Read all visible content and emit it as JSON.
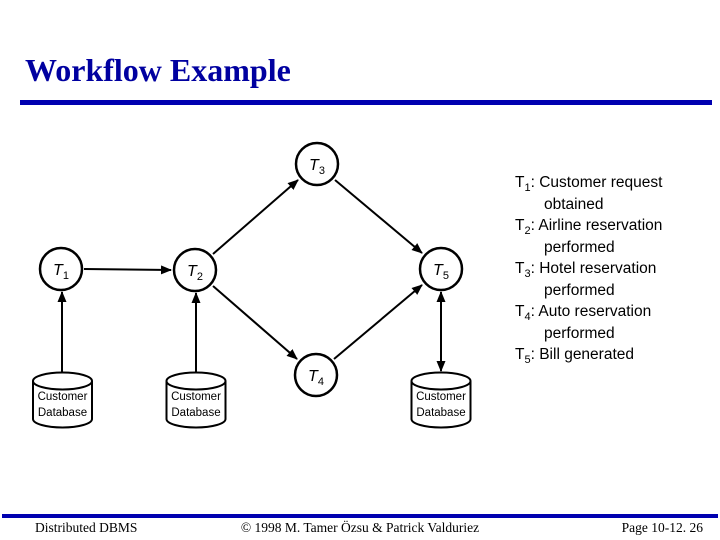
{
  "slide": {
    "title": "Workflow Example",
    "title_color": "#0000A0",
    "rule_color": "#0000B0",
    "background_color": "#ffffff",
    "diagram_ink_color": "#000000"
  },
  "diagram": {
    "nodes": [
      {
        "id": "T1",
        "symbol": "T",
        "sub": "1"
      },
      {
        "id": "T2",
        "symbol": "T",
        "sub": "2"
      },
      {
        "id": "T3",
        "symbol": "T",
        "sub": "3"
      },
      {
        "id": "T4",
        "symbol": "T",
        "sub": "4"
      },
      {
        "id": "T5",
        "symbol": "T",
        "sub": "5"
      }
    ],
    "databases": [
      {
        "id": "database-1",
        "line1": "Customer",
        "line2": "Database"
      },
      {
        "id": "database-2",
        "line1": "Customer",
        "line2": "Database"
      },
      {
        "id": "database-3",
        "line1": "Customer",
        "line2": "Database"
      }
    ],
    "edges": [
      {
        "from": "T1",
        "to": "T2",
        "arrow": "to"
      },
      {
        "from": "T2",
        "to": "T3",
        "arrow": "to"
      },
      {
        "from": "T2",
        "to": "T4",
        "arrow": "to"
      },
      {
        "from": "T3",
        "to": "T5",
        "arrow": "to"
      },
      {
        "from": "T4",
        "to": "T5",
        "arrow": "to"
      },
      {
        "from": "database-1",
        "to": "T1",
        "arrow": "to"
      },
      {
        "from": "database-2",
        "to": "T2",
        "arrow": "to"
      },
      {
        "from": "T5",
        "to": "database-3",
        "arrow": "both"
      }
    ]
  },
  "legend": {
    "items": [
      {
        "symbol": "T",
        "sub": "1",
        "sep": ": ",
        "desc": "Customer request obtained"
      },
      {
        "symbol": "T",
        "sub": "2",
        "sep": ": ",
        "desc": "Airline reservation performed"
      },
      {
        "symbol": "T",
        "sub": "3",
        "sep": ": ",
        "desc": "Hotel reservation performed"
      },
      {
        "symbol": "T",
        "sub": "4",
        "sep": ": ",
        "desc": "Auto reservation performed"
      },
      {
        "symbol": "T",
        "sub": "5",
        "sep": ": ",
        "desc": "Bill generated"
      }
    ]
  },
  "footer": {
    "left": "Distributed DBMS",
    "center": "© 1998 M. Tamer Özsu & Patrick Valduriez",
    "right": "Page 10-12. 26"
  }
}
